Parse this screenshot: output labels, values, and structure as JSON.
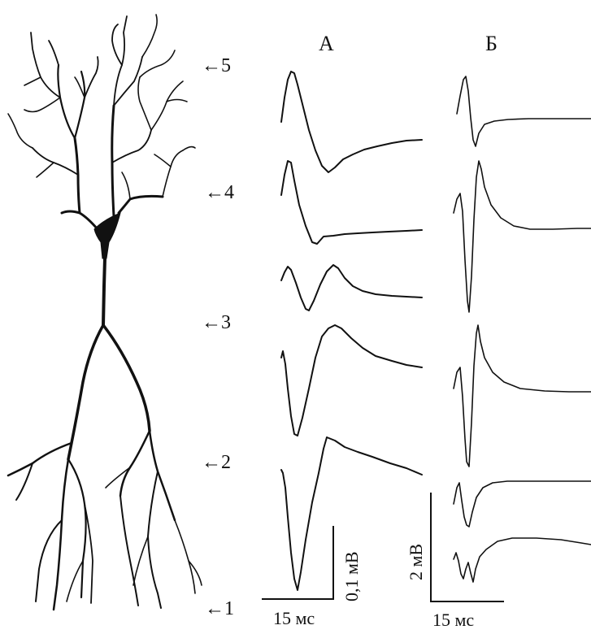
{
  "panels": {
    "a": "А",
    "b": "Б"
  },
  "levels": [
    "←5",
    "←4",
    "←3",
    "←2",
    "←1"
  ],
  "scale_a": {
    "time": "15 мс",
    "amp": "0,1 мВ"
  },
  "scale_b": {
    "time": "15 мс",
    "amp": "2 мВ"
  }
}
